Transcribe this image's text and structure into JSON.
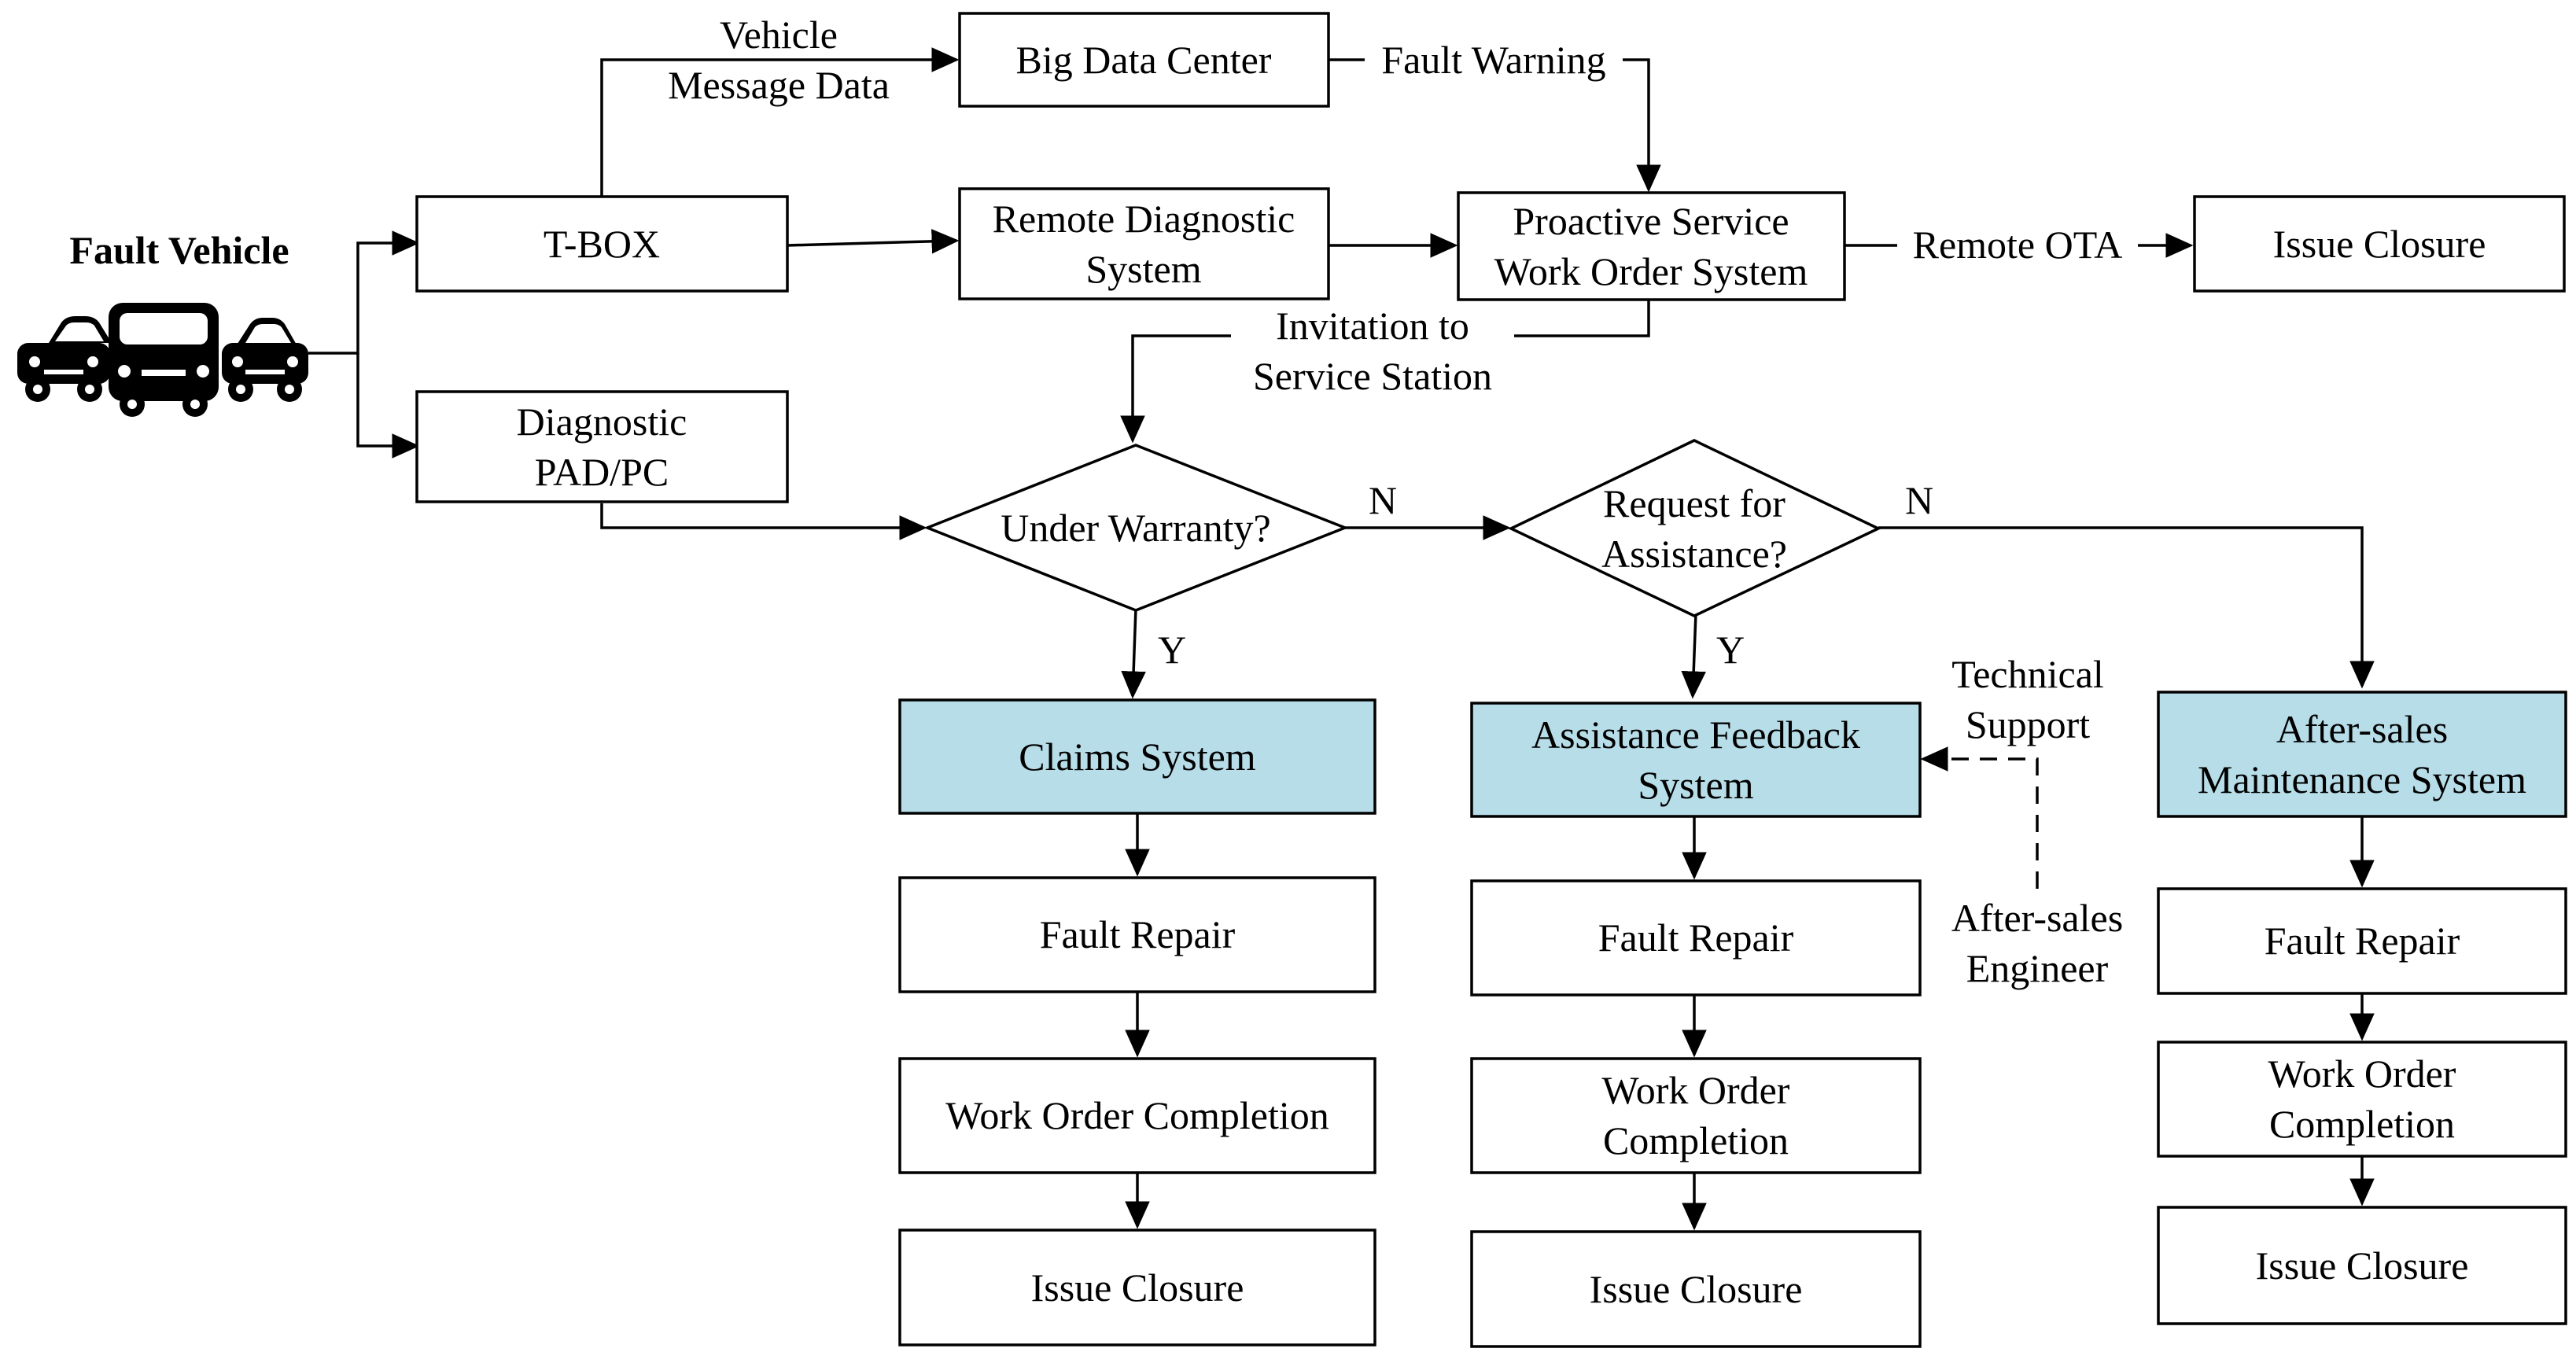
{
  "colors": {
    "highlight": "#b7dde8",
    "line": "#000000"
  },
  "fault_vehicle": {
    "title": "Fault Vehicle",
    "icon": "car-truck-car-icon"
  },
  "nodes": {
    "tbox": [
      "T-BOX"
    ],
    "diagnostic_pad": [
      "Diagnostic",
      "PAD/PC"
    ],
    "big_data": [
      "Big Data Center"
    ],
    "remote_diag": [
      "Remote Diagnostic",
      "System"
    ],
    "proactive": [
      "Proactive Service",
      "Work Order System"
    ],
    "issue_closure_top": [
      "Issue Closure"
    ],
    "under_warranty": [
      "Under Warranty?"
    ],
    "request_assist": [
      "Request for",
      "Assistance?"
    ],
    "claims": [
      "Claims System"
    ],
    "claims_repair": [
      "Fault Repair"
    ],
    "claims_complete": [
      "Work Order Completion"
    ],
    "claims_close": [
      "Issue Closure"
    ],
    "assist_feedback": [
      "Assistance Feedback",
      "System"
    ],
    "assist_repair": [
      "Fault Repair"
    ],
    "assist_complete": [
      "Work Order",
      "Completion"
    ],
    "assist_close": [
      "Issue Closure"
    ],
    "aftersales": [
      "After-sales",
      "Maintenance System"
    ],
    "after_repair": [
      "Fault Repair"
    ],
    "after_complete": [
      "Work Order",
      "Completion"
    ],
    "after_close": [
      "Issue Closure"
    ]
  },
  "edges": {
    "vehicle_message": [
      "Vehicle",
      "Message Data"
    ],
    "fault_warning": [
      "Fault Warning"
    ],
    "remote_ota": [
      "Remote OTA"
    ],
    "invitation": [
      "Invitation to",
      "Service Station"
    ],
    "warranty_no": [
      "N"
    ],
    "warranty_yes": [
      "Y"
    ],
    "assist_no": [
      "N"
    ],
    "assist_yes": [
      "Y"
    ],
    "technical_support": [
      "Technical",
      "Support"
    ],
    "aftersales_engineer": [
      "After-sales",
      "Engineer"
    ]
  }
}
